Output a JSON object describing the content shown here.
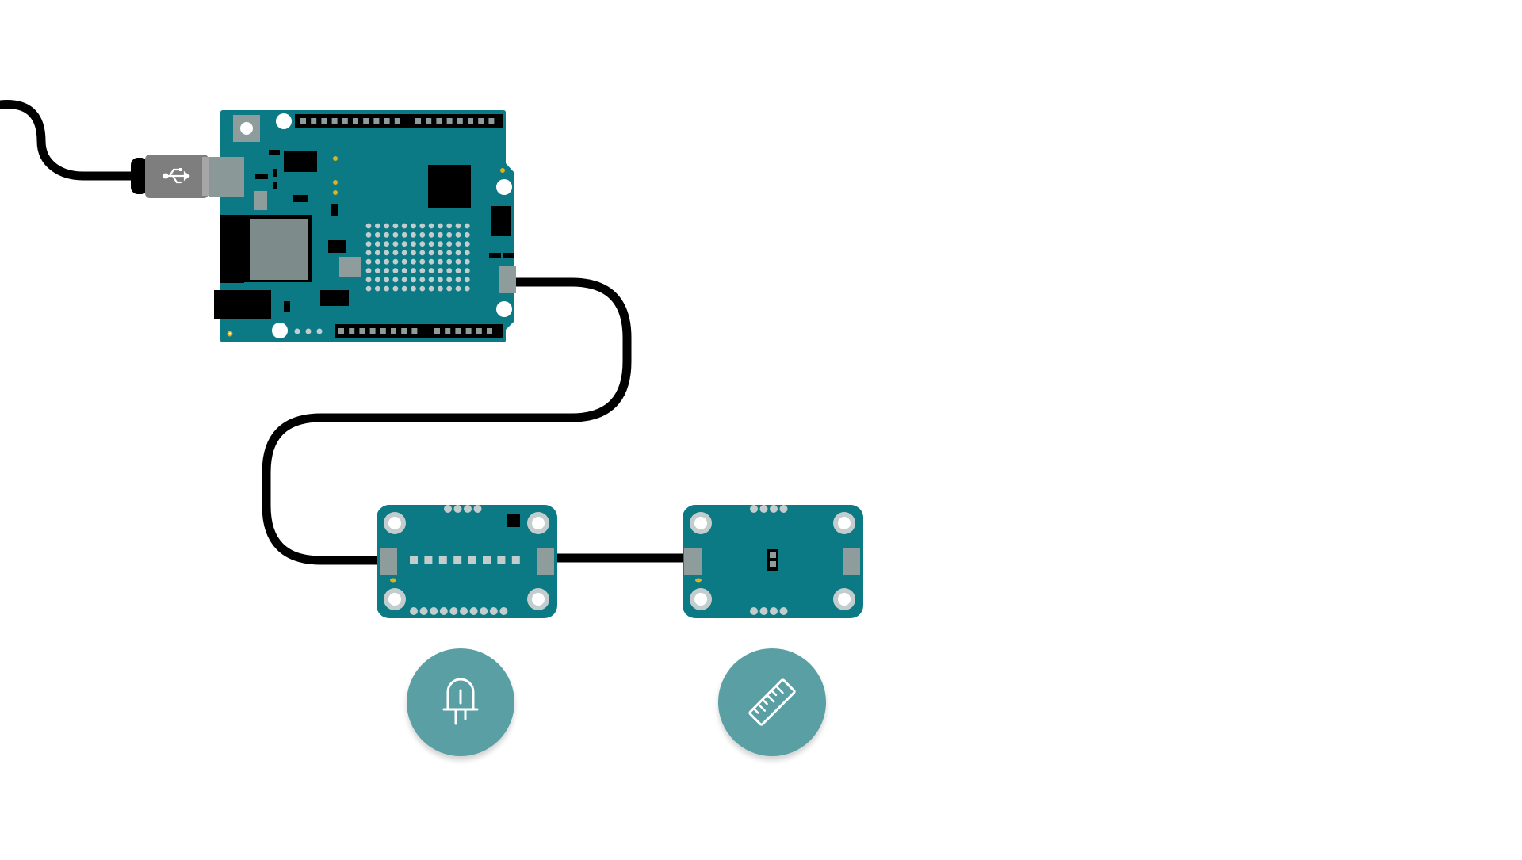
{
  "colors": {
    "background": "#ffffff",
    "board": "#0b7a85",
    "board_dark": "#075e67",
    "cable": "#000000",
    "usb_connector": "#7e7e7e",
    "usb_port": "#8a9898",
    "chip": "#000000",
    "pad": "#8e9c9c",
    "mount_hole": "#ffffff",
    "led_dot": "#e0b21c",
    "matrix_dot": "#c3cdcd",
    "button": "#5a9fa4",
    "button_icon": "#ffffff"
  },
  "icons": {
    "usb": "usb-icon",
    "led": "led-icon",
    "ruler": "ruler-icon"
  },
  "components": {
    "main_board": "microcontroller-board",
    "module_1": "led-matrix-module",
    "module_2": "distance-sensor-module"
  },
  "buttons": {
    "led": "led-button",
    "distance": "distance-sensor-button"
  }
}
